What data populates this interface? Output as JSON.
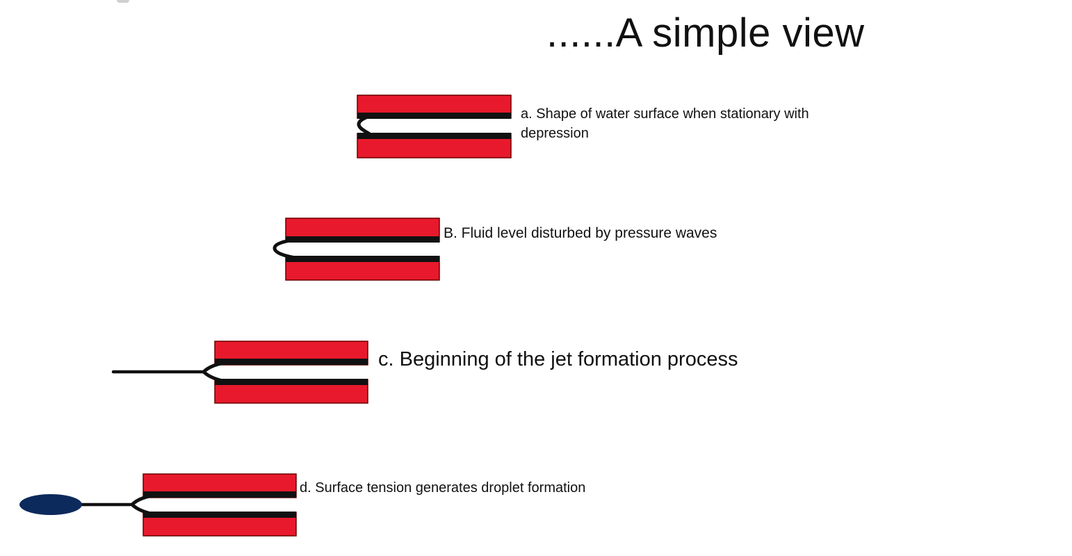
{
  "title": "......A simple view",
  "colors": {
    "wall_fill": "#e8192c",
    "wall_border": "#6a0000",
    "meniscus": "#111111",
    "droplet": "#0d2a5c",
    "background": "#ffffff"
  },
  "stages": [
    {
      "id": "a",
      "label_lines": [
        "a. Shape of water surface when stationary with",
        "depression"
      ],
      "state": "stationary-depression"
    },
    {
      "id": "b",
      "label": "B. Fluid level disturbed by pressure waves",
      "state": "disturbed-bulge"
    },
    {
      "id": "c",
      "label": "c. Beginning of the jet formation process",
      "state": "jet-forming"
    },
    {
      "id": "d",
      "label": "d. Surface tension generates droplet formation",
      "state": "droplet-formed"
    }
  ]
}
